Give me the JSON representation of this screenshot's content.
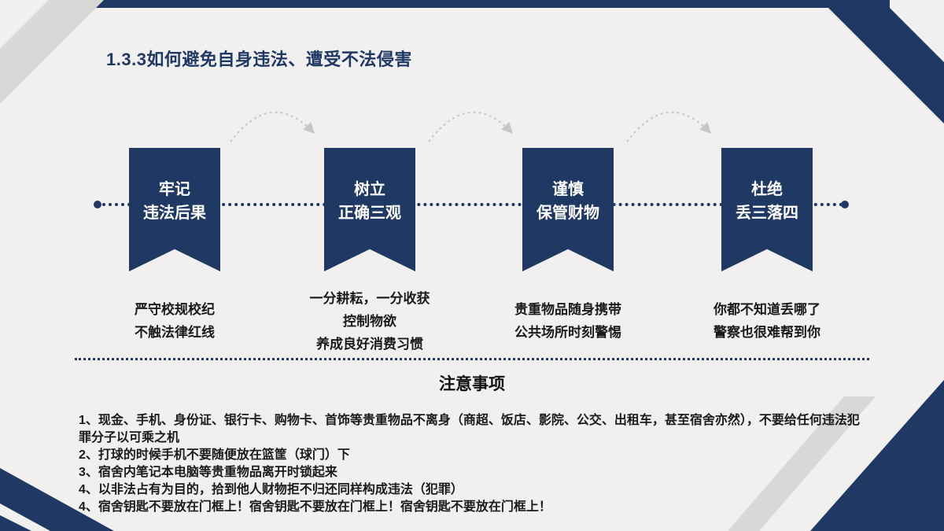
{
  "slide": {
    "title": "1.3.3如何避免自身违法、遭受不法侵害",
    "steps": [
      {
        "line1": "牢记",
        "line2": "违法后果",
        "points": [
          "严守校规校纪",
          "不触法律红线"
        ]
      },
      {
        "line1": "树立",
        "line2": "正确三观",
        "points": [
          "一分耕耘，一分收获",
          "控制物欲",
          "养成良好消费习惯"
        ]
      },
      {
        "line1": "谨慎",
        "line2": "保管财物",
        "points": [
          "贵重物品随身携带",
          "公共场所时刻警惕"
        ]
      },
      {
        "line1": "杜绝",
        "line2": "丢三落四",
        "points": [
          "你都不知道丢哪了",
          "警察也很难帮到你"
        ]
      }
    ],
    "notes_title": "注意事项",
    "notes": [
      "1、现金、手机、身份证、银行卡、购物卡、首饰等贵重物品不离身（商超、饭店、影院、公交、出租车，甚至宿舍亦然），不要给任何违法犯罪分子以可乘之机",
      "2、打球的时候手机不要随便放在篮筐（球门）下",
      "3、宿舍内笔记本电脑等贵重物品离开时锁起来",
      "4、以非法占有为目的，拾到他人财物拒不归还同样构成违法（犯罪）",
      "4、宿舍钥匙不要放在门框上！宿舍钥匙不要放在门框上！宿舍钥匙不要放在门框上！"
    ],
    "colors": {
      "navy": "#1f3864",
      "decor_gray": "#d8d8d6",
      "arc_gray": "#c6c6c4",
      "background": "#f1f0ee",
      "text": "#1a1a1a"
    }
  }
}
